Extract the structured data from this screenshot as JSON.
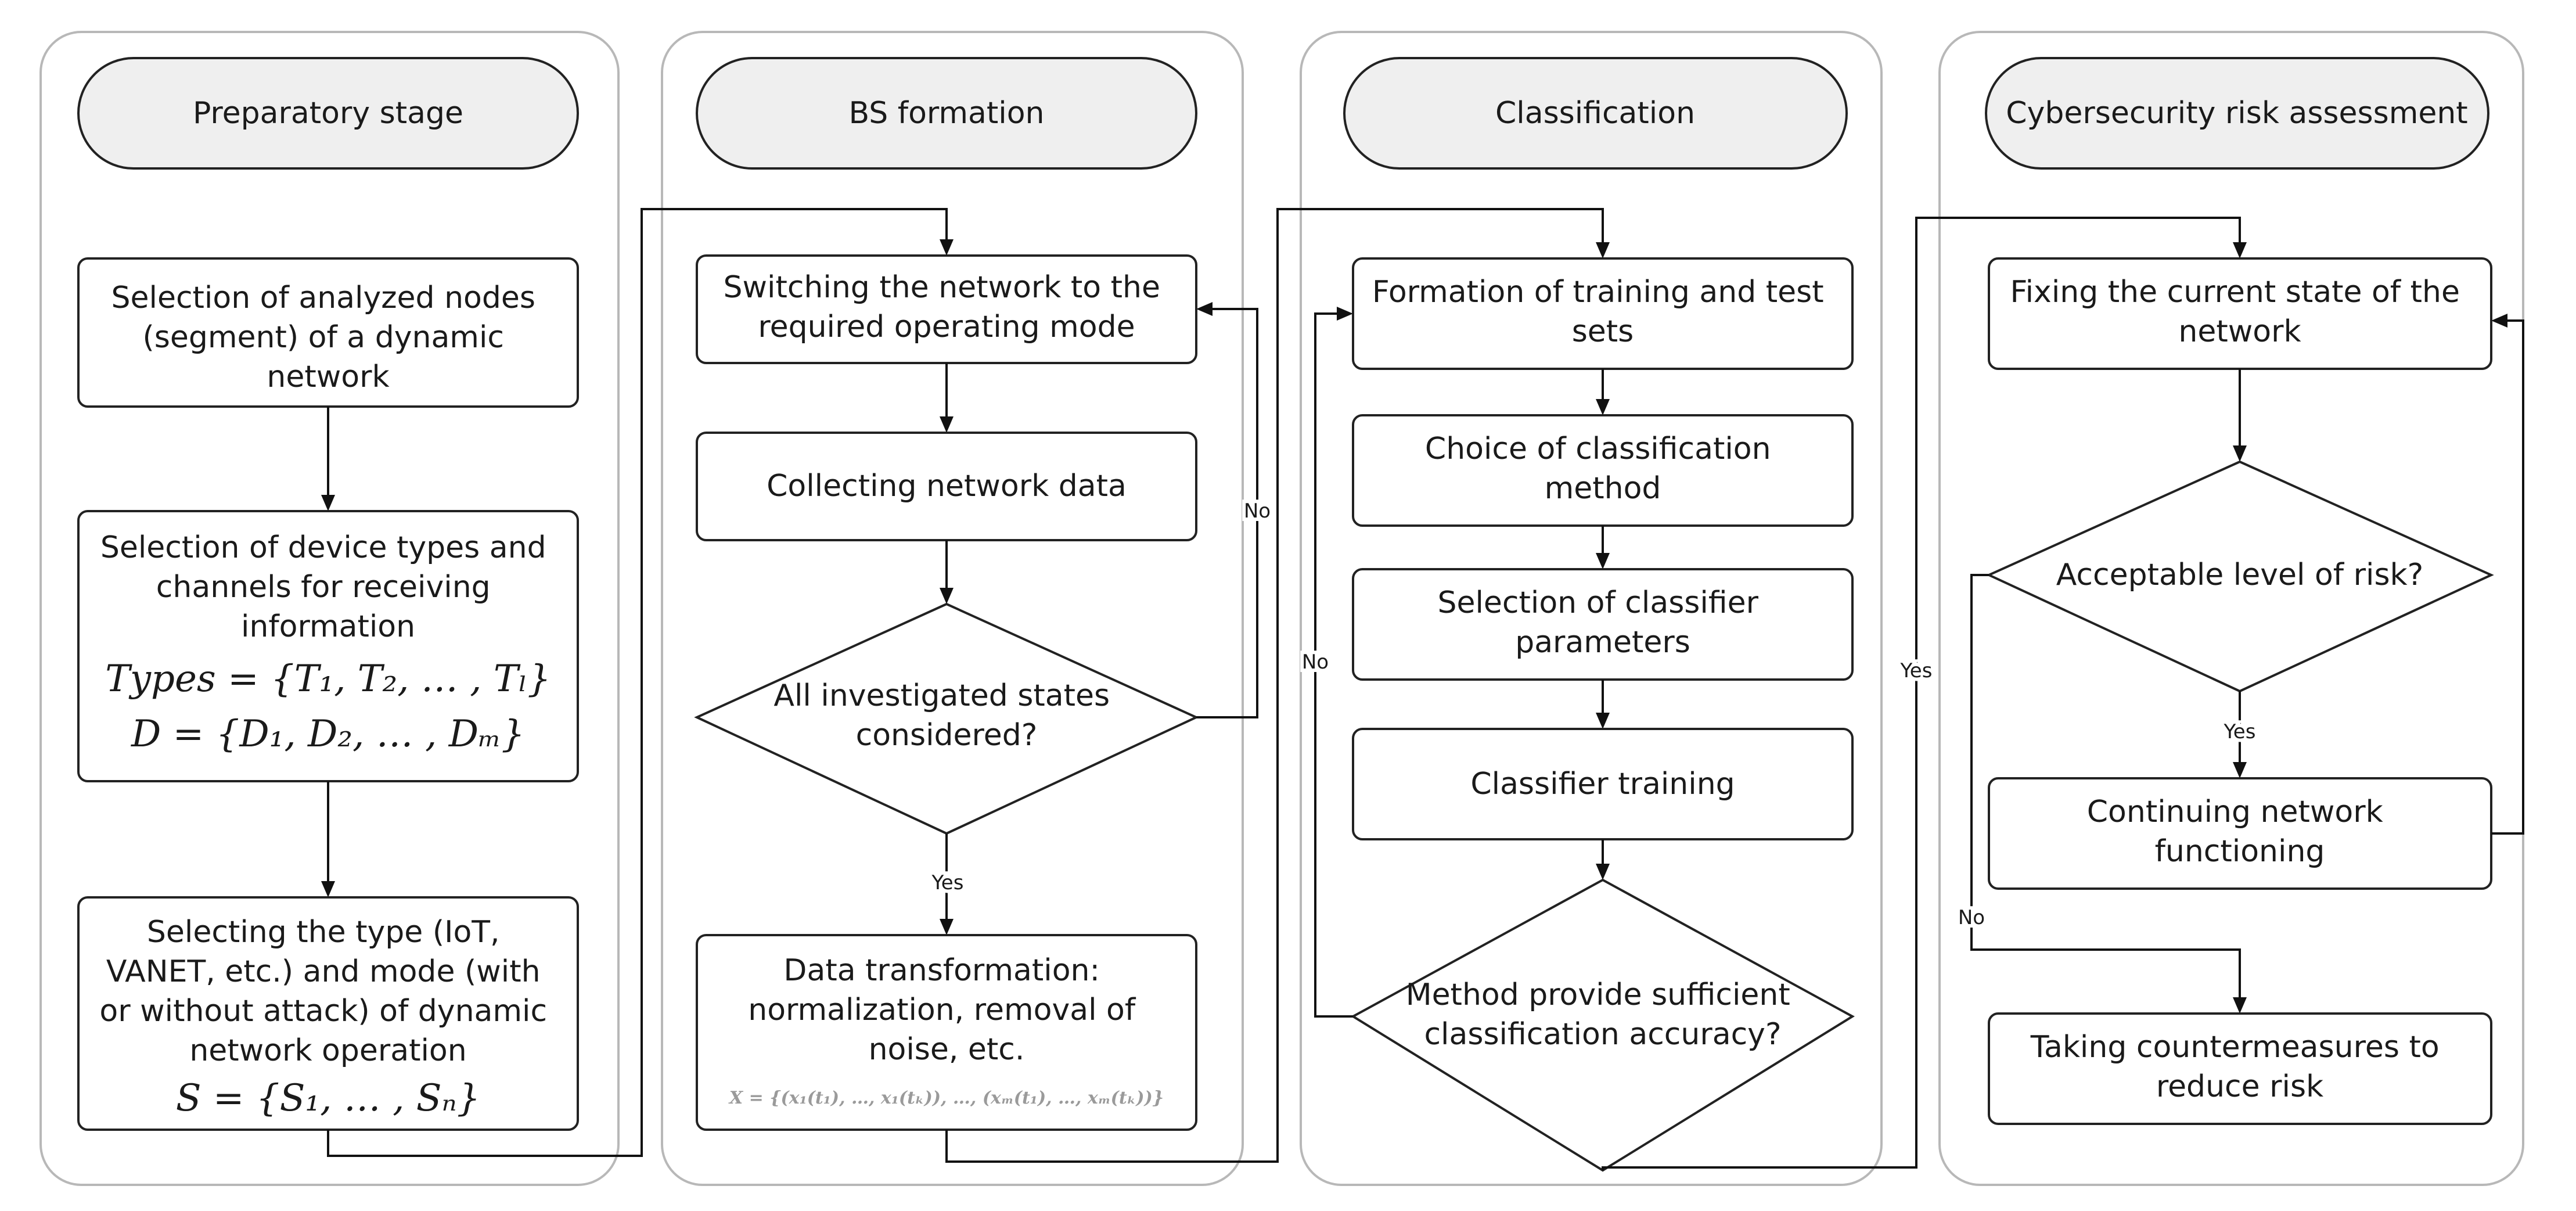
{
  "lanes": [
    {
      "header": "Preparatory stage",
      "nodes": {
        "select_nodes": [
          "Selection of analyzed nodes",
          "(segment) of a dynamic",
          "network"
        ],
        "device_types": [
          "Selection of device types and",
          "channels for receiving",
          "information"
        ],
        "types_formula": "Types = {T₁, T₂, … , Tₗ}",
        "d_formula": "D = {D₁, D₂, … , Dₘ}",
        "select_type": [
          "Selecting the type (IoT,",
          "VANET, etc.) and mode (with",
          "or without attack) of dynamic",
          "network operation"
        ],
        "s_formula": "S = {S₁, … ,  Sₙ}"
      }
    },
    {
      "header": "BS formation",
      "nodes": {
        "switching": [
          "Switching the network to the",
          "required operating mode"
        ],
        "collecting": [
          "Collecting network data"
        ],
        "decision": [
          "All investigated states",
          "considered?"
        ],
        "transformation": [
          "Data transformation:",
          "normalization, removal of",
          "noise, etc."
        ],
        "x_formula": "X = {(x₁(t₁), …, x₁(tₖ)), …, (xₘ(t₁), …, xₘ(tₖ))}"
      },
      "labels": {
        "no": "No",
        "yes": "Yes"
      }
    },
    {
      "header": "Classification",
      "nodes": {
        "formation": [
          "Formation of training and test",
          "sets"
        ],
        "choice": [
          "Choice of classification",
          "method"
        ],
        "selection": [
          "Selection of classifier",
          "parameters"
        ],
        "training": [
          "Classifier training"
        ],
        "decision": [
          "Method provide sufficient",
          "classification accuracy?"
        ]
      },
      "labels": {
        "no": "No",
        "yes": "Yes"
      }
    },
    {
      "header": "Cybersecurity risk assessment",
      "nodes": {
        "fixing": [
          "Fixing the current state of the",
          "network"
        ],
        "decision": [
          "Acceptable level of risk?"
        ],
        "continuing": [
          "Continuing network",
          "functioning"
        ],
        "countermeasures": [
          "Taking countermeasures to",
          "reduce risk"
        ]
      },
      "labels": {
        "yes": "Yes",
        "no": "No"
      }
    }
  ]
}
